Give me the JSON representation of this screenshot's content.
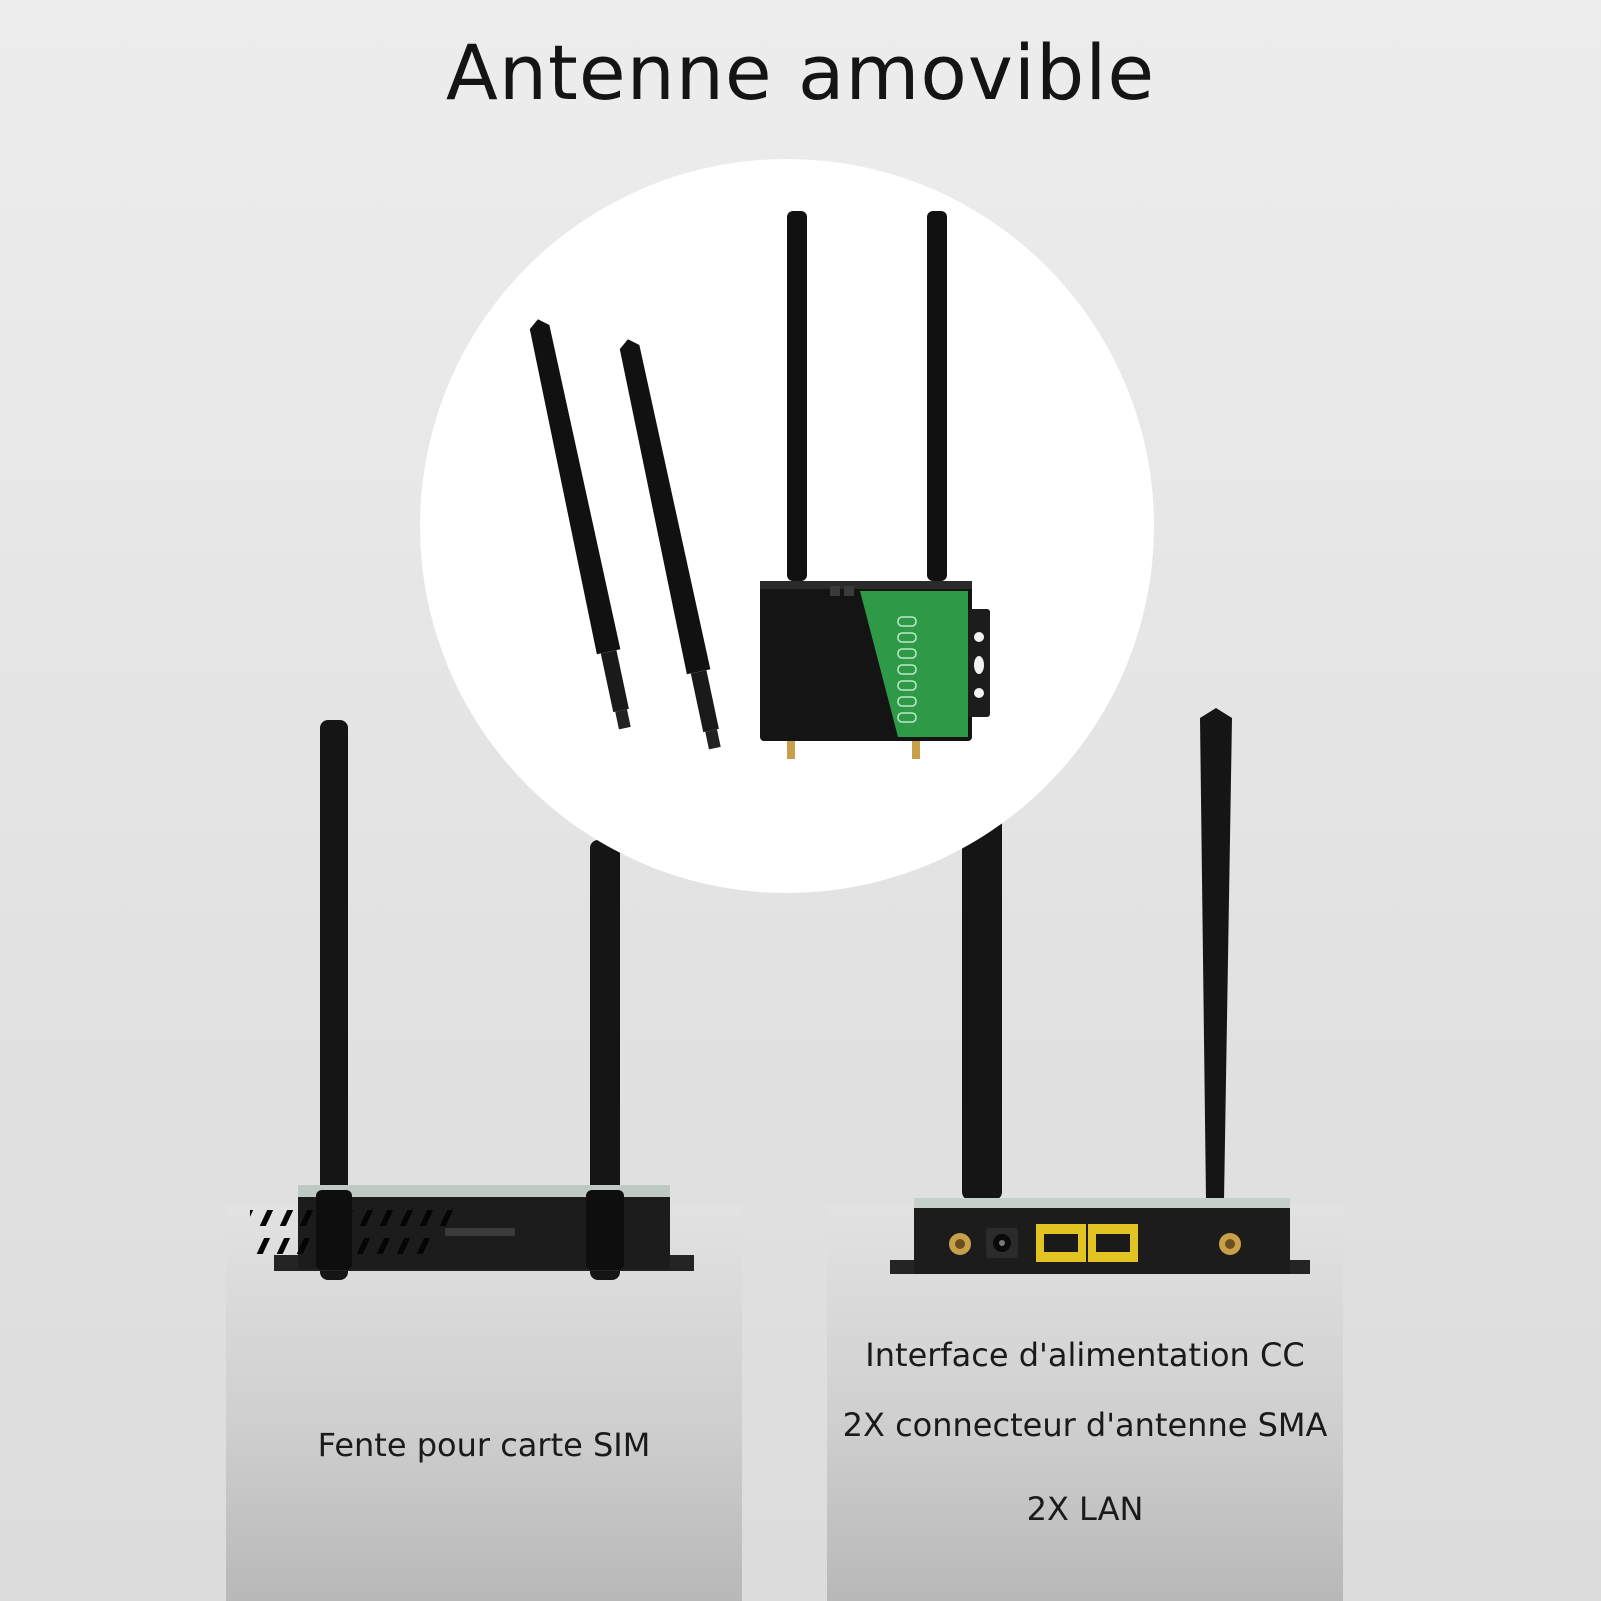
{
  "title": "Antenne amovible",
  "left_panel": {
    "label": "Fente pour carte SIM"
  },
  "right_panel": {
    "labels": [
      "Interface d'alimentation CC",
      "2X connecteur d'antenne SMA",
      "2X LAN"
    ]
  },
  "colors": {
    "background": "#e4e4e4",
    "router_body": "#1a1a1a",
    "router_panel_green": "#2e9a48",
    "lan_port": "#e3c322",
    "sma_gold": "#c9a04a"
  }
}
